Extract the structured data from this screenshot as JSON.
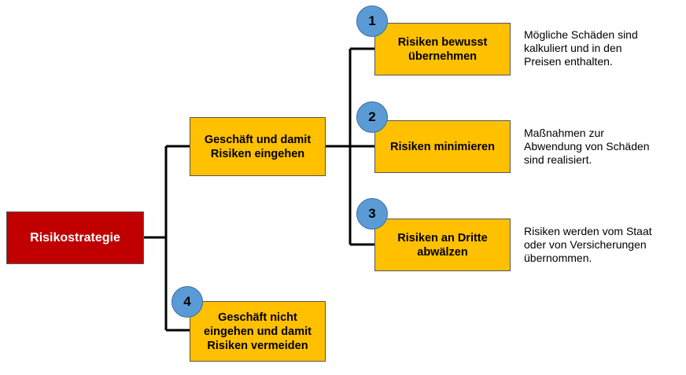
{
  "diagram": {
    "root": {
      "label": "Risikostrategie"
    },
    "engage": {
      "label": "Geschäft und damit\nRisiken eingehen"
    },
    "avoid": {
      "number": "4",
      "label": "Geschäft nicht\neingehen und damit\nRisiken vermeiden"
    },
    "strategies": [
      {
        "number": "1",
        "label": "Risiken bewusst\nübernehmen",
        "description": "Mögliche Schäden sind\nkalkuliert und in den\nPreisen enthalten."
      },
      {
        "number": "2",
        "label": "Risiken minimieren",
        "description": "Maßnahmen  zur\nAbwendung von Schäden\nsind realisiert."
      },
      {
        "number": "3",
        "label": "Risiken an Dritte\nabwälzen",
        "description": "Risiken werden vom Staat\noder von Versicherungen\nübernommen."
      }
    ]
  },
  "colors": {
    "root_fill": "#c00000",
    "node_fill": "#ffc000",
    "badge_fill": "#5b9bd5",
    "connector": "#000000"
  }
}
